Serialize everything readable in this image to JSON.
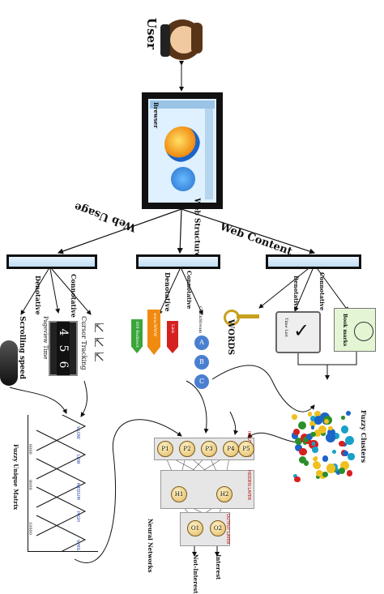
{
  "user": {
    "label": "User"
  },
  "browser": {
    "label": "Brewser"
  },
  "branches": {
    "web_usage": "Web Usage",
    "web_structure": "Web Structure",
    "web_content": "Web Content"
  },
  "usage": {
    "denotative": "Denotative",
    "connotative": "Connotative",
    "scrolling": "Scrolling speed",
    "pageview": "Pageview Time",
    "cursor": "Cursor Tracking",
    "counter": [
      "4",
      "5",
      "6"
    ]
  },
  "structure": {
    "denotative": "Denotative",
    "connotative": "Connotative",
    "arrow_labels": [
      "309 Redirect",
      "www.WWW",
      "Link"
    ],
    "graph_label": "CLickStream",
    "graph_nodes": [
      "A",
      "B",
      "C"
    ]
  },
  "content": {
    "denotative": "Denotative",
    "connotative": "Connotative",
    "words": "WORDS",
    "doc1": "Time List",
    "doc2": "Book marks"
  },
  "fuzzy_matrix": {
    "title": "Fuzzy Unique Matrix",
    "ticks": [
      "6000",
      "8000",
      "10000"
    ],
    "series": [
      "V.LOW",
      "LOW",
      "MEDIUM",
      "HIGH",
      "V.HIGH"
    ]
  },
  "fuzzy_clusters": {
    "label": "Fuzzy Clusters"
  },
  "neural": {
    "label": "Neural Networks",
    "input_layer": "INPUT LAYER",
    "hidden_layer": "HIDDEN LAYER",
    "output_layer": "OUTPUT LAYER",
    "input_nodes": [
      "P1",
      "P2",
      "P3",
      "P4",
      "P5"
    ],
    "hidden_nodes": [
      "H1",
      "H2"
    ],
    "output_nodes": [
      "O1",
      "O2"
    ],
    "outputs": [
      "Interest",
      "Not-Interest"
    ]
  },
  "colors": {
    "bar_fill": "#bfdcf2",
    "node_fill": "#e0b760",
    "arrow_red": "#d62020",
    "arrow_orange": "#f08a10",
    "arrow_green": "#3aa63a"
  }
}
